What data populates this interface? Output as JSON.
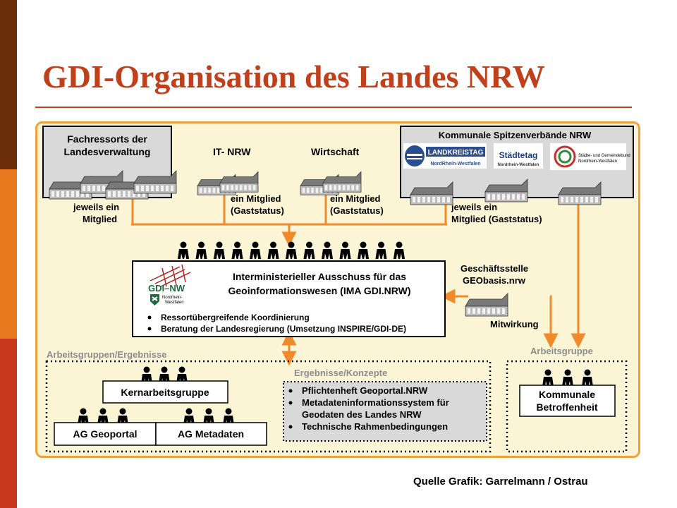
{
  "title": "GDI-Organisation des Landes NRW",
  "source": "Quelle Grafik: Garrelmann / Ostrau",
  "colors": {
    "title": "#c0401c",
    "panel_border": "#f0a23a",
    "panel_fill": "#fbf5d6",
    "stripe_dark": "#6b2c0a",
    "stripe_orange": "#e8791e",
    "stripe_red": "#c8381a"
  },
  "boxes": {
    "fachressorts": {
      "line1": "Fachressorts der",
      "line2": "Landesverwaltung"
    },
    "it_nrw": "IT- NRW",
    "wirtschaft": "Wirtschaft",
    "kommunale": "Kommunale Spitzenverbände NRW",
    "ima": {
      "line1": "Interministerieller Ausschuss für das",
      "line2": "Geoinformationswesen (IMA GDI.NRW)",
      "bullets": [
        "Ressortübergreifende Koordinierung",
        "Beratung der Landesregierung (Umsetzung INSPIRE/GDI-DE)"
      ]
    },
    "geschaeftsstelle": {
      "line1": "Geschäftsstelle",
      "line2": "GEObasis.nrw",
      "mitwirkung": "Mitwirkung"
    },
    "kern": "Kernarbeitsgruppe",
    "ag_geoportal": "AG Geoportal",
    "ag_metadaten": "AG Metadaten",
    "kommunale_betroffenheit": {
      "line1": "Kommunale",
      "line2": "Betroffenheit"
    }
  },
  "labels": {
    "fach_member": {
      "line1": "jeweils ein",
      "line2": "Mitglied"
    },
    "it_member": {
      "line1": "ein Mitglied",
      "line2": "(Gaststatus)"
    },
    "wirt_member": {
      "line1": "ein Mitglied",
      "line2": "(Gaststatus)"
    },
    "kom_member": {
      "line1": "jeweils ein",
      "line2": "Mitglied (Gaststatus)"
    },
    "arbeitsgruppen": "Arbeitsgruppen/Ergebnisse",
    "arbeitsgruppe": "Arbeitsgruppe",
    "ergebnisse": "Ergebnisse/Konzepte"
  },
  "ergebnisse_items": [
    [
      "Pflichtenheft Geoportal.NRW"
    ],
    [
      "Metadateninformationssystem für",
      "Geodaten des Landes NRW"
    ],
    [
      "Technische Rahmenbedingungen"
    ]
  ],
  "logos": {
    "landkreistag": {
      "line1": "LANDKREISTAG",
      "line2": "NordRhein-Westfalen"
    },
    "staedtetag": {
      "line1": "Städtetag",
      "line2": "Nordrhein-Westfalen"
    },
    "stgb": {
      "line1": "Städte- und Gemeindebund",
      "line2": "Nordrhein-Westfalen"
    },
    "gdi_nw": {
      "line1": "GDI–NW",
      "line2": "Nordrhein-",
      "line3": "Westfalen"
    }
  },
  "icons": [
    "building-icon",
    "person-icon",
    "arrow-icon",
    "bullet-icon"
  ]
}
